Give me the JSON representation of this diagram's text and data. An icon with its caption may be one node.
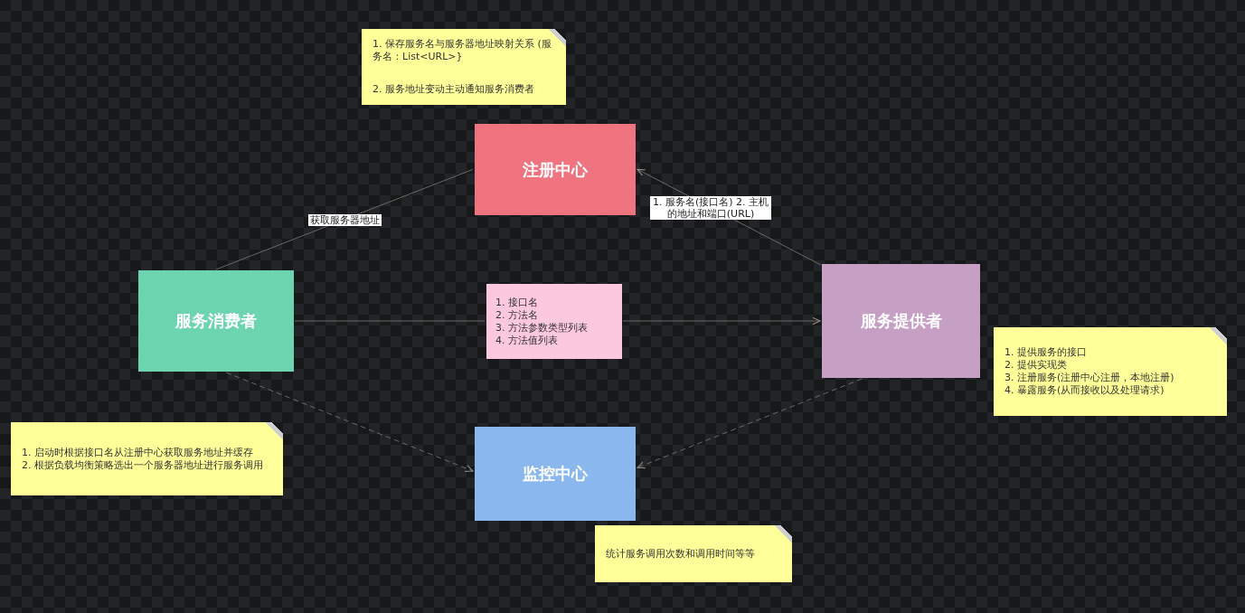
{
  "diagram": {
    "nodes": [
      {
        "text": [
          "1. 保存服务名与服务器地址映射关系 (服务名：List<URL>}",
          "2. 服务地址变动主动通知服务消费者"
        ]
      },
      {
        "text": [
          "注册中心"
        ]
      },
      {
        "text": [
          "服务消费者"
        ]
      },
      {
        "text": [
          "1. 接口名",
          "2. 方法名",
          "3. 方法参数类型列表",
          "4. 方法值列表"
        ]
      },
      {
        "text": [
          "服务提供者"
        ]
      },
      {
        "text": [
          "1. 提供服务的接口",
          "2. 提供实现类",
          "3. 注册服务(注册中心注册，本地注册)",
          "4. 暴露服务(从而接收以及处理请求)"
        ]
      },
      {
        "text": [
          "1. 启动时根据接口名从注册中心获取服务地址并缓存",
          "2. 根据负载均衡策略选出一个服务器地址进行服务调用"
        ]
      },
      {
        "text": [
          "监控中心"
        ]
      },
      {
        "text": [
          "统计服务调用次数和调用时间等等"
        ]
      }
    ],
    "edges": [
      {
        "from": 2,
        "to": 1,
        "arrow": "none",
        "label": "获取服务器地址"
      },
      {
        "from": 4,
        "to": 1,
        "arrow": "to",
        "label": "1. 服务名(接口名) 2. 主机的地址和端口(URL)"
      },
      {
        "from": 2,
        "to": 3,
        "arrow": "none"
      },
      {
        "from": 3,
        "to": 4,
        "arrow": "to"
      },
      {
        "from": 2,
        "to": 7,
        "arrow": "to",
        "style": "dashed"
      },
      {
        "from": 4,
        "to": 7,
        "arrow": "to",
        "style": "dashed"
      }
    ]
  }
}
